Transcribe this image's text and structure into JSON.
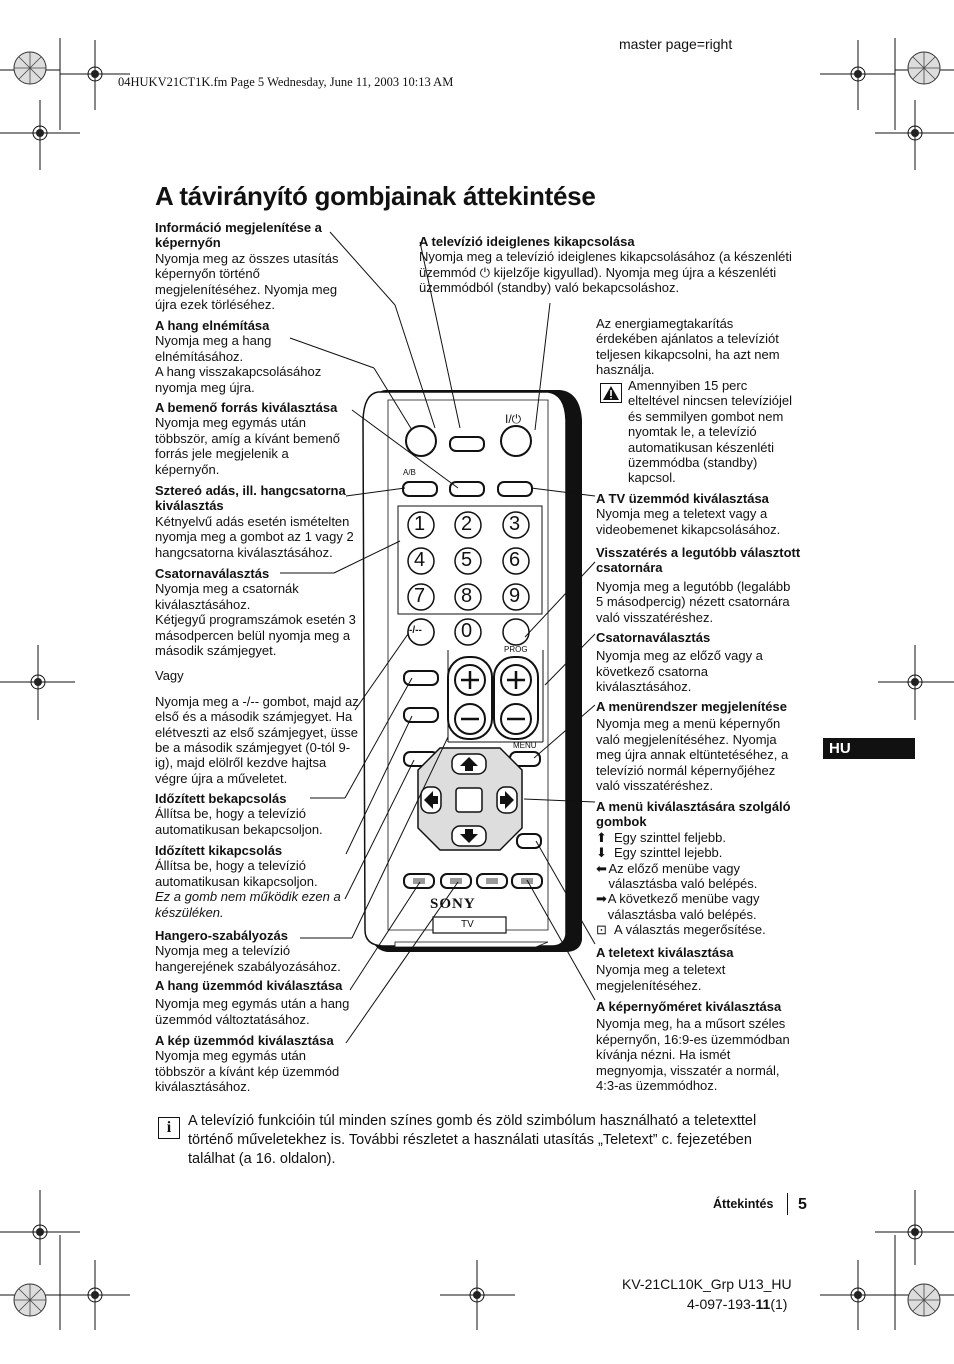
{
  "header": {
    "master_page": "master page=right",
    "file_line": "04HUKV21CT1K.fm  Page 5  Wednesday, June 11, 2003  10:13 AM"
  },
  "title": "A távirányító gombjainak áttekintése",
  "left": {
    "info": {
      "title": "Információ megjelenítése a képernyőn",
      "body": "Nyomja meg az összes utasítás képernyőn történő megjelenítéséhez. Nyomja meg újra ezek törléséhez."
    },
    "mute": {
      "title": "A hang elnémítása",
      "body1": "Nyomja meg a hang elnémításához.",
      "body2": "A hang visszakapcsolásához nyomja meg újra."
    },
    "input": {
      "title": "A bemenő forrás kiválasztása",
      "body": "Nyomja meg egymás után többször, amíg a kívánt bemenő forrás jele megjelenik a képernyőn."
    },
    "stereo": {
      "title": "Sztereó adás, ill. hangcsatorna kiválasztás",
      "body": "Kétnyelvű adás esetén ismételten nyomja meg a gombot az 1 vagy 2 hangcsatorna kiválasztásához."
    },
    "channel": {
      "title": "Csatornaválasztás",
      "body1": "Nyomja meg a csatornák kiválasztásához.",
      "body2": "Kétjegyű programszámok esetén 3 másodpercen belül nyomja meg a második számjegyet.",
      "or": "Vagy",
      "body3": "Nyomja meg a -/-- gombot, majd az első és a második számjegyet. Ha elétveszti az első számjegyet, üsse be a második számjegyet (0-tól 9-ig), majd elölről kezdve hajtsa végre újra a műveletet."
    },
    "timer_on": {
      "title": "Időzített bekapcsolás",
      "body": "Állítsa be, hogy a televízió automatikusan bekapcsoljon."
    },
    "timer_off": {
      "title": "Időzített kikapcsolás",
      "body": "Állítsa be, hogy a televízió automatikusan kikapcsoljon.",
      "note": "Ez a gomb nem működik ezen a készüléken."
    },
    "volume": {
      "title": "Hangero-szabályozás",
      "body": "Nyomja meg a televízió hangerejének szabályozásához."
    },
    "sound_mode": {
      "title": "A hang üzemmód kiválasztása",
      "body": "Nyomja meg egymás után a hang üzemmód változtatásához."
    },
    "picture_mode": {
      "title": "A kép üzemmód kiválasztása",
      "body": "Nyomja meg egymás után többször a kívánt kép üzemmód kiválasztásához."
    }
  },
  "top_center": {
    "standby": {
      "title": "A televízió ideiglenes kikapcsolása",
      "body": "Nyomja meg a televízió ideiglenes kikapcsolásához (a készenléti üzemmód ⏻ kijelzője kigyullad). Nyomja meg újra a készenléti üzemmódból (standby) való bekapcsoláshoz."
    }
  },
  "right": {
    "energy": "Az energiamegtakarítás érdekében ajánlatos a televíziót teljesen kikapcsolni, ha azt nem használja.",
    "warning": "Amennyiben 15 perc elteltével nincsen televíziójel és semmilyen gombot nem nyomtak le, a televízió automatikusan készenléti üzemmódba (standby) kapcsol.",
    "tv_mode": {
      "title": "A TV üzemmód kiválasztása",
      "body": "Nyomja meg a teletext vagy a videobemenet kikapcsolásához."
    },
    "last_channel": {
      "title": "Visszatérés a legutóbb választott csatornára",
      "body": "Nyomja meg a legutóbb (legalább 5 másodpercig) nézett csatornára való visszatéréshez."
    },
    "prog": {
      "title": "Csatornaválasztás",
      "body": "Nyomja meg az előző vagy a következő csatorna kiválasztásához."
    },
    "menu": {
      "title": "A menürendszer megjelenítése",
      "body": "Nyomja meg a menü képernyőn való megjelenítéséhez. Nyomja meg újra annak eltüntetéséhez, a televízió normál képernyőjéhez való visszatéréshez."
    },
    "menu_nav": {
      "title": "A menü kiválasztására szolgáló gombok",
      "items": [
        "Egy szinttel feljebb.",
        "Egy szinttel lejebb.",
        "Az előző menübe vagy választásba való belépés.",
        "A következő menübe vagy választásba való belépés.",
        "A választás megerősítése."
      ],
      "icons": [
        "up-arrow-icon",
        "down-arrow-icon",
        "left-arrow-icon",
        "right-arrow-icon",
        "confirm-icon"
      ]
    },
    "teletext": {
      "title": "A teletext kiválasztása",
      "body": "Nyomja meg a teletext megjelenítéséhez."
    },
    "screen_format": {
      "title": "A képernyőméret kiválasztása",
      "body": "Nyomja meg, ha a műsort széles képernyőn, 16:9-es üzemmódban kívánja nézni. Ha ismét megnyomja, visszatér a normál, 4:3-as üzemmódhoz."
    }
  },
  "remote": {
    "digits": [
      "1",
      "2",
      "3",
      "4",
      "5",
      "6",
      "7",
      "8",
      "9",
      "0"
    ],
    "labels": {
      "ab": "A/B",
      "prog": "PROG",
      "menu": "MENU",
      "brand": "SONY",
      "tv": "TV",
      "dash": "-/--",
      "power": "I/⏻"
    }
  },
  "side_tab": "HU",
  "note": "A televízió funkcióin túl minden színes gomb és zöld szimbólum használható a teletexttel történő műveletekhez is. További részletet a használati utasítás „Teletext” c. fejezetében találhat (a 16. oldalon).",
  "footer": {
    "section": "Áttekintés",
    "page": "5",
    "model": "KV-21CL10K_Grp U13_HU",
    "code_prefix": "4-097-193-",
    "code_bold": "11",
    "code_suffix": "(1)"
  }
}
